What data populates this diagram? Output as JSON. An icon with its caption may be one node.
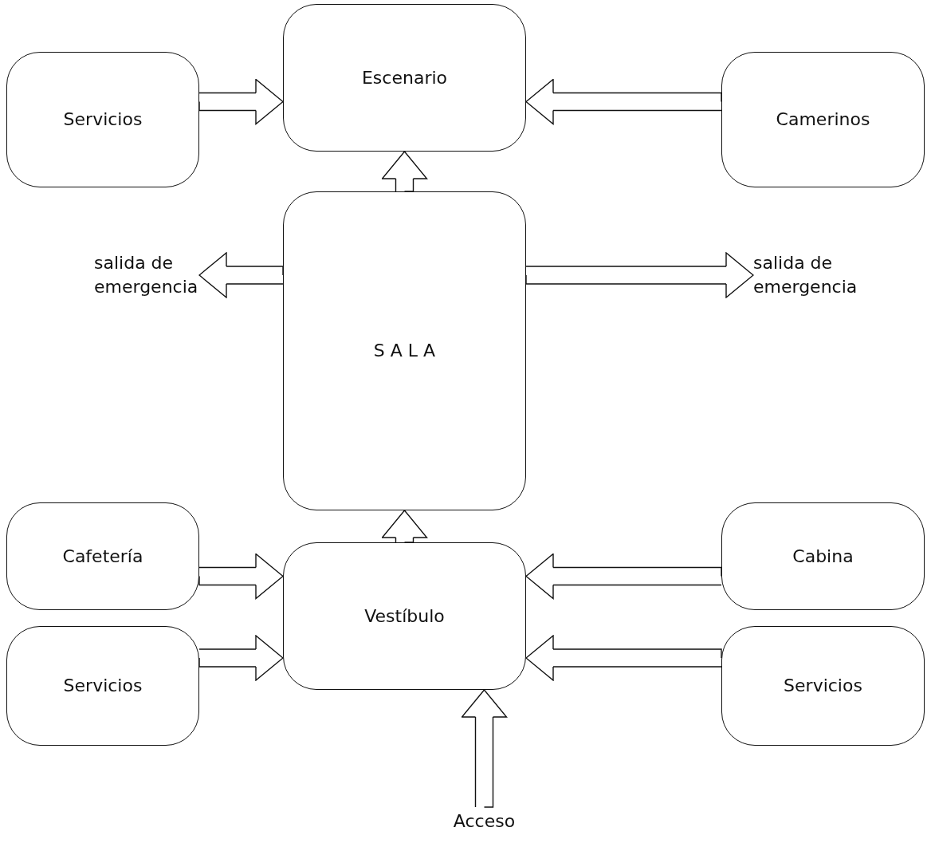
{
  "diagram": {
    "nodes": [
      {
        "text": [
          "Escenario"
        ]
      },
      {
        "text": [
          "Servicios"
        ]
      },
      {
        "text": [
          "Camerinos"
        ]
      },
      {
        "text": [
          "S A L A"
        ]
      },
      {
        "text": [
          "salida de emergencia"
        ]
      },
      {
        "text": [
          "salida de emergencia"
        ]
      },
      {
        "text": [
          "Cafetería"
        ]
      },
      {
        "text": [
          "Vestíbulo"
        ]
      },
      {
        "text": [
          "Cabina"
        ]
      },
      {
        "text": [
          "Servicios"
        ]
      },
      {
        "text": [
          "Servicios"
        ]
      },
      {
        "text": [
          "Acceso"
        ]
      }
    ],
    "edges": [
      {
        "from": 1,
        "to": 0,
        "arrow": "to"
      },
      {
        "from": 2,
        "to": 0,
        "arrow": "to"
      },
      {
        "from": 3,
        "to": 0,
        "arrow": "to"
      },
      {
        "from": 3,
        "to": 4,
        "arrow": "to"
      },
      {
        "from": 3,
        "to": 5,
        "arrow": "to"
      },
      {
        "from": 6,
        "to": 7,
        "arrow": "to"
      },
      {
        "from": 7,
        "to": 3,
        "arrow": "to"
      },
      {
        "from": 8,
        "to": 7,
        "arrow": "to"
      },
      {
        "from": 9,
        "to": 7,
        "arrow": "to"
      },
      {
        "from": 10,
        "to": 7,
        "arrow": "to"
      },
      {
        "from": 11,
        "to": 7,
        "arrow": "to"
      }
    ]
  }
}
